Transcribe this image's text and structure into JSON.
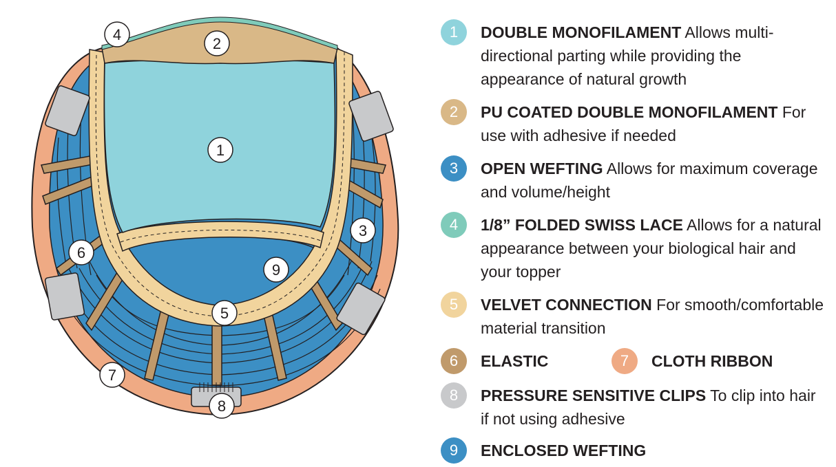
{
  "colors": {
    "double_mono": "#8fd3dc",
    "pu_coated": "#d9b887",
    "open_wefting": "#3c8fc4",
    "swiss_lace": "#7fcbba",
    "velvet": "#f1d49d",
    "elastic": "#c09a6b",
    "cloth_ribbon": "#efaa84",
    "clips": "#c8c9cb",
    "enclosed_wefting": "#3c8fc4"
  },
  "diagram_labels": [
    "1",
    "2",
    "3",
    "4",
    "5",
    "6",
    "7",
    "8",
    "9"
  ],
  "legend": [
    {
      "num": "1",
      "title": "DOUBLE MONOFILAMENT",
      "desc": " Allows multi-directional parting while providing the appearance of natural growth",
      "color_key": "double_mono"
    },
    {
      "num": "2",
      "title": "PU COATED DOUBLE MONOFILAMENT",
      "desc": " For use with adhesive if needed",
      "color_key": "pu_coated"
    },
    {
      "num": "3",
      "title": "OPEN WEFTING",
      "desc": " Allows for maximum coverage and volume/height",
      "color_key": "open_wefting"
    },
    {
      "num": "4",
      "title": "1/8” FOLDED SWISS LACE",
      "desc": " Allows for a natural appearance between your biological hair and your topper",
      "color_key": "swiss_lace"
    },
    {
      "num": "5",
      "title": "VELVET CONNECTION",
      "desc": " For smooth/comfortable material transition",
      "color_key": "velvet"
    },
    {
      "num": "6",
      "title": "ELASTIC",
      "desc": "",
      "color_key": "elastic"
    },
    {
      "num": "7",
      "title": "CLOTH RIBBON",
      "desc": "",
      "color_key": "cloth_ribbon"
    },
    {
      "num": "8",
      "title": "PRESSURE SENSITIVE CLIPS",
      "desc": " To clip into hair if not using adhesive",
      "color_key": "clips"
    },
    {
      "num": "9",
      "title": "ENCLOSED WEFTING",
      "desc": "",
      "color_key": "enclosed_wefting"
    }
  ]
}
